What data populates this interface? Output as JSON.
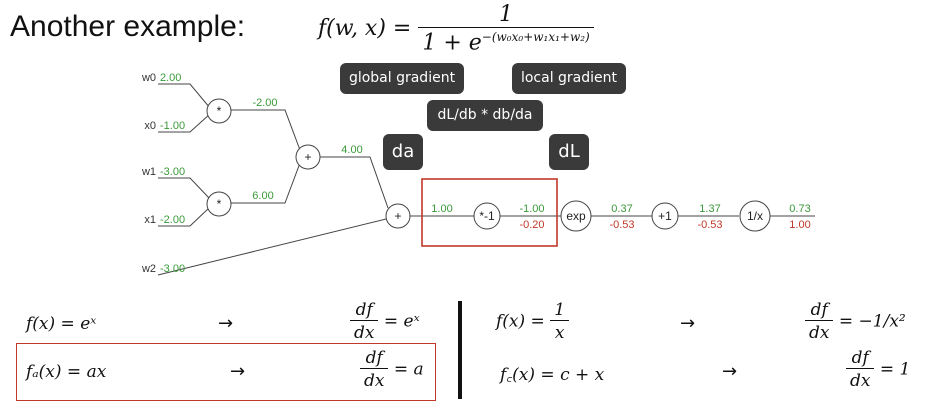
{
  "title": "Another example:",
  "formula": {
    "lhs": "f(w, x) =",
    "numerator": "1",
    "denominator_base": "1 + e",
    "exponent": "−(w₀x₀+w₁x₁+w₂)"
  },
  "callouts": {
    "global_gradient": "global gradient",
    "local_gradient": "local gradient",
    "chain": "dL/db * db/da",
    "da": "da",
    "dL": "dL"
  },
  "inputs": [
    {
      "name": "w0",
      "value": "2.00"
    },
    {
      "name": "x0",
      "value": "-1.00"
    },
    {
      "name": "w1",
      "value": "-3.00"
    },
    {
      "name": "x1",
      "value": "-2.00"
    },
    {
      "name": "w2",
      "value": "-3.00"
    }
  ],
  "nodes": {
    "mul0": "*",
    "mul1": "*",
    "add0": "+",
    "add1": "+",
    "neg": "*-1",
    "exp": "exp",
    "plus1": "+1",
    "recip": "1/x"
  },
  "edges": {
    "mul0_out": "-2.00",
    "mul1_out": "6.00",
    "add0_out": "4.00",
    "add1_out": "1.00",
    "neg_out": "-1.00",
    "neg_out_grad": "-0.20",
    "exp_out": "0.37",
    "exp_out_grad": "-0.53",
    "plus1_out": "1.37",
    "plus1_out_grad": "-0.53",
    "recip_out": "0.73",
    "recip_out_grad": "1.00"
  },
  "colors": {
    "forward": "#3a9a3a",
    "gradient": "#c0392b",
    "callout_bg": "#3a3a3a",
    "highlight_box": "#c0392b"
  },
  "derivatives": {
    "left": [
      {
        "f": "f(x) = eˣ",
        "arrow": "→",
        "df": "df",
        "dx": "dx",
        "result": "= eˣ"
      },
      {
        "f": "fₐ(x) = ax",
        "arrow": "→",
        "df": "df",
        "dx": "dx",
        "result": "= a"
      }
    ],
    "right": [
      {
        "f": "f(x) =",
        "f_num": "1",
        "f_den": "x",
        "arrow": "→",
        "df": "df",
        "dx": "dx",
        "result": "= −1/x²"
      },
      {
        "f": "f꜀(x) = c + x",
        "arrow": "→",
        "df": "df",
        "dx": "dx",
        "result": "= 1"
      }
    ]
  }
}
